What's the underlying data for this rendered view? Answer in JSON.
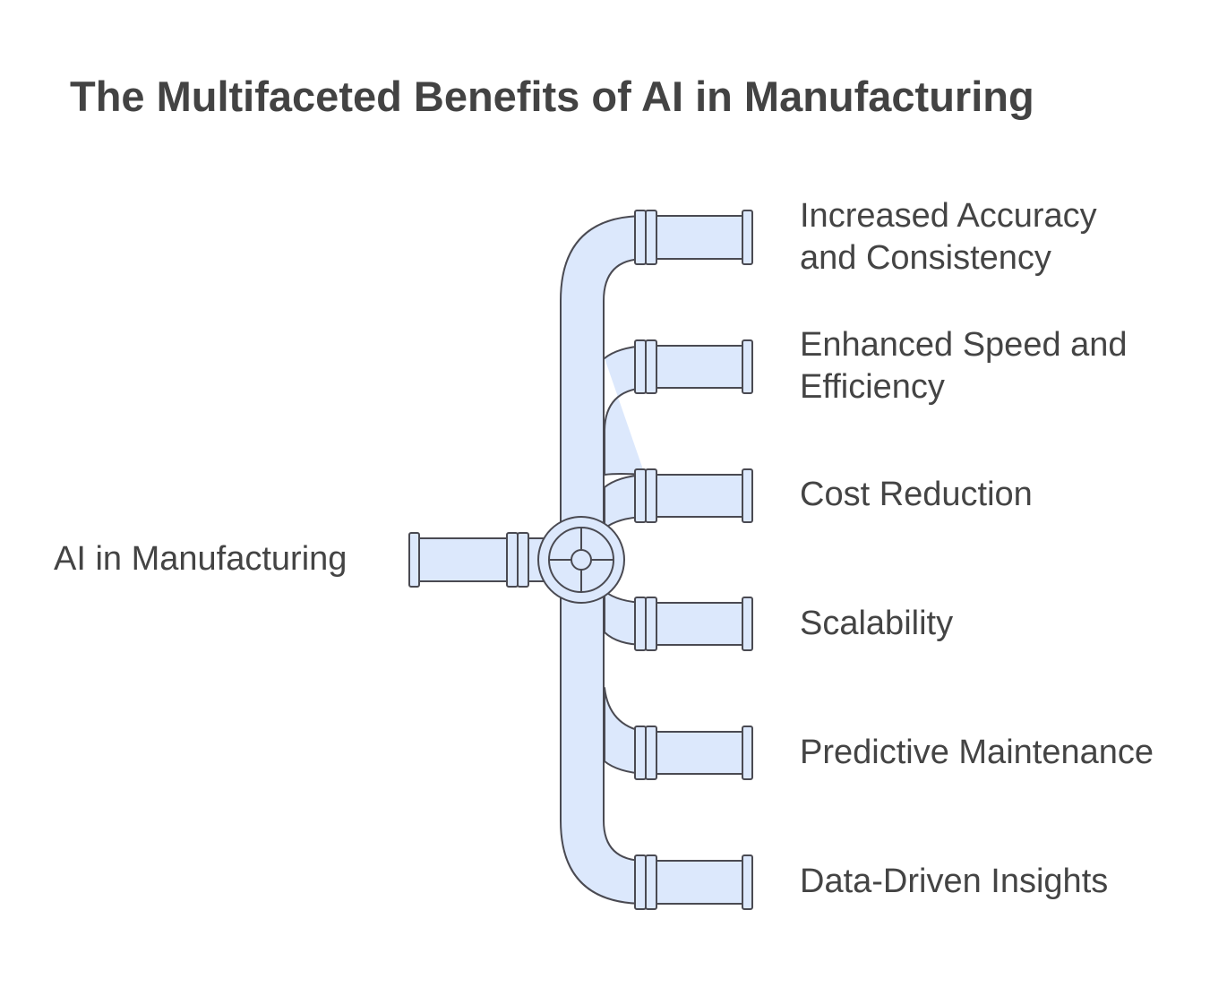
{
  "title": "The Multifaceted Benefits of AI in Manufacturing",
  "source": {
    "label": "AI in Manufacturing"
  },
  "benefits": [
    {
      "line1": "Increased Accuracy",
      "line2": "and Consistency"
    },
    {
      "line1": "Enhanced Speed and",
      "line2": "Efficiency"
    },
    {
      "line1": "Cost Reduction",
      "line2": ""
    },
    {
      "line1": "Scalability",
      "line2": ""
    },
    {
      "line1": "Predictive Maintenance",
      "line2": ""
    },
    {
      "line1": "Data-Driven Insights",
      "line2": ""
    }
  ],
  "colors": {
    "pipe_fill": "#dce8fc",
    "pipe_stroke": "#4a4a52",
    "text": "#444444"
  }
}
